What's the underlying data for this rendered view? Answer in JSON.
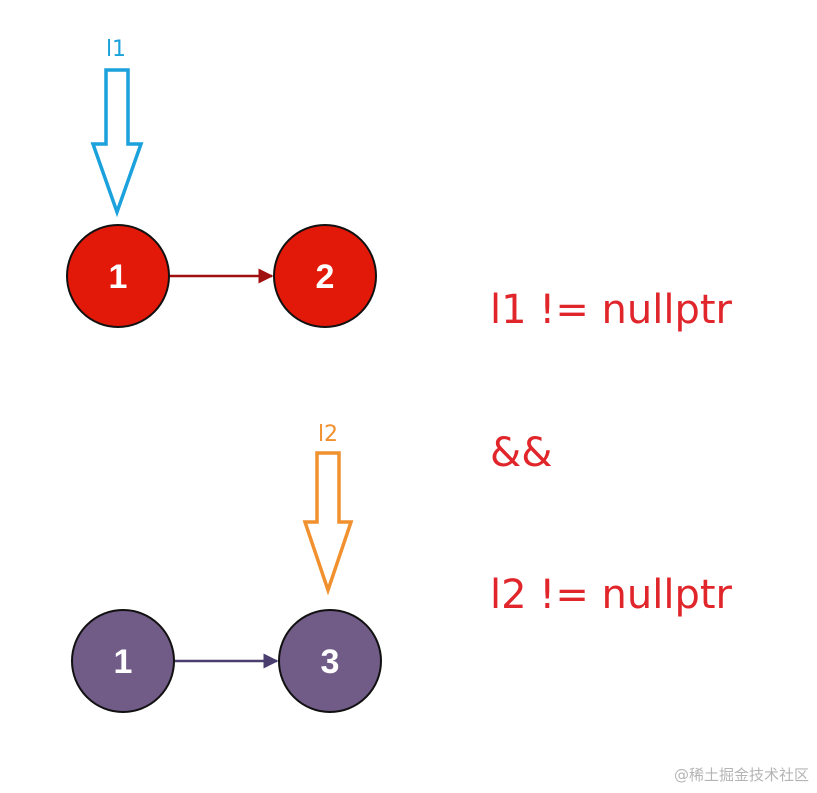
{
  "colors": {
    "list1_node": "#e21808",
    "list1_edge": "#a01010",
    "list2_node": "#715b87",
    "list2_edge": "#4a3e6e",
    "node_stroke": "#111111",
    "l1_pointer": "#1ba1dc",
    "l2_pointer": "#f0902e",
    "condition": "#e0262b"
  },
  "list1": {
    "pointer_label": "l1",
    "nodes": [
      "1",
      "2"
    ]
  },
  "list2": {
    "pointer_label": "l2",
    "nodes": [
      "1",
      "3"
    ]
  },
  "conditions": {
    "first": "l1 != nullptr",
    "operator": "&&",
    "second": "l2 != nullptr"
  },
  "watermark": "@稀土掘金技术社区"
}
